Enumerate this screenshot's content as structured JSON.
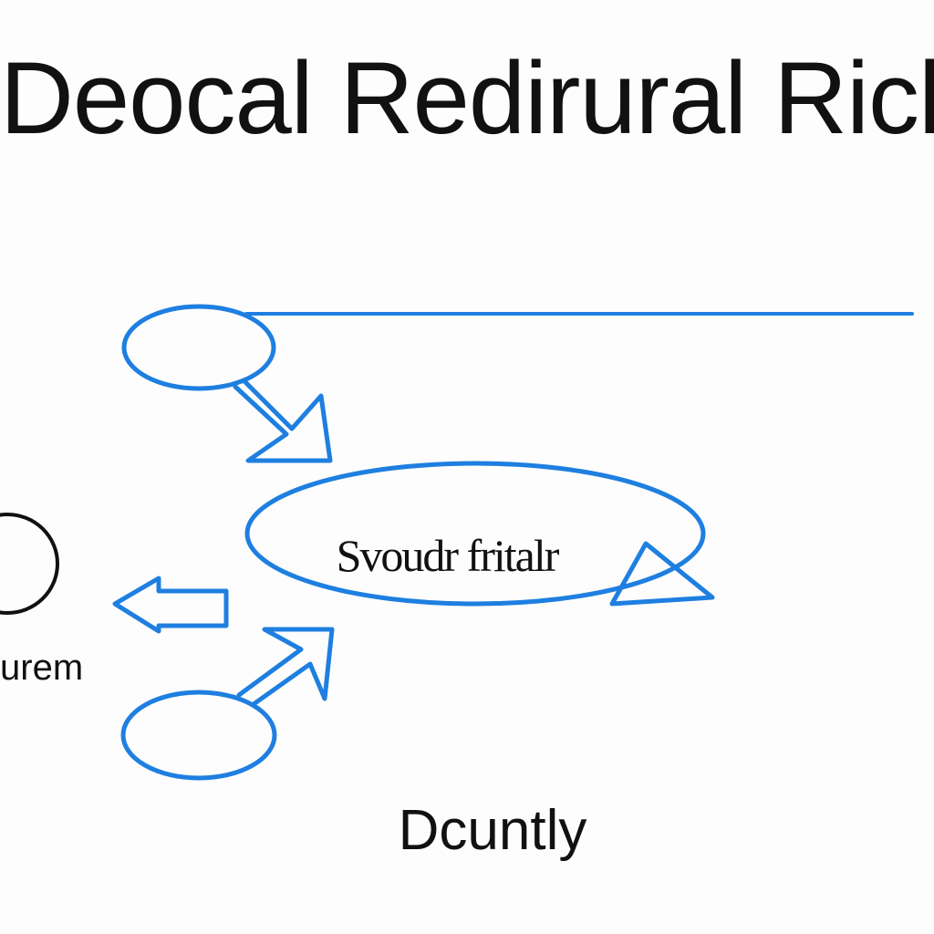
{
  "diagram": {
    "title": "Deocal Redirural Rick",
    "center_label": "Svoudr fritalr",
    "left_label": "urem",
    "bottom_label": "Dcuntly",
    "colors": {
      "stroke_blue": "#1e7fe0",
      "stroke_black": "#111111",
      "background": "#fdfdfd"
    }
  }
}
